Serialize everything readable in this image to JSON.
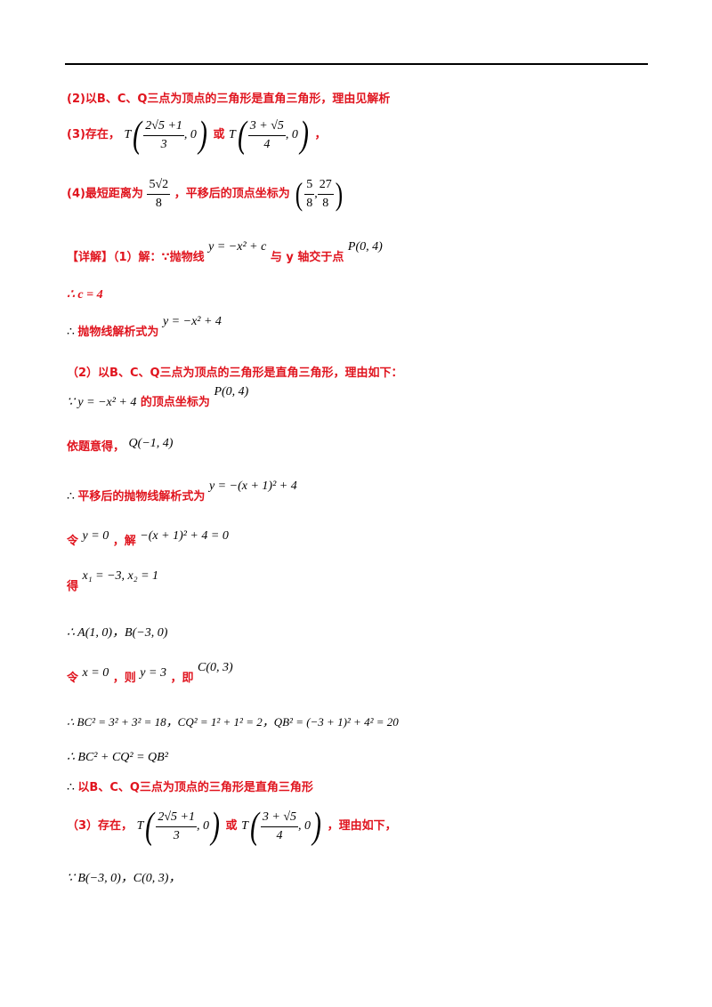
{
  "answers": {
    "a2": "(2)以B、C、Q三点为顶点的三角形是直角三角形，理由见解析",
    "a3_prefix": "(3)存在，",
    "a3_or": "或",
    "a3_end": "，",
    "a4_prefix": "(4)最短距离为",
    "a4_mid": "，平移后的顶点坐标为",
    "a4_dist_num": "5√2",
    "a4_dist_den": "8",
    "a4_vx_num": "5",
    "a4_vx_den": "8",
    "a4_vy_num": "27",
    "a4_vy_den": "8"
  },
  "t1": {
    "num": "2√5 +1",
    "den": "3"
  },
  "t2": {
    "num": "3 + √5",
    "den": "4"
  },
  "solution": {
    "l1_label": "【详解】（1）解：∵抛物线",
    "l1_eq": "y = −x² + c",
    "l1_mid": "与 y 轴交于点",
    "l1_pt": "P(0, 4)",
    "l2": "∴ c = 4",
    "l3_text": "抛物线解析式为",
    "l3_eq": "y = −x² + 4",
    "l4": "（2）以B、C、Q三点为顶点的三角形是直角三角形，理由如下：",
    "l5_eq": "∵ y = −x² + 4",
    "l5_text": "的顶点坐标为",
    "l5_pt": "P(0, 4)",
    "l6_text": "依题意得，",
    "l6_pt": "Q(−1, 4)",
    "l7_text": "平移后的抛物线解析式为",
    "l7_eq": "y = −(x + 1)² + 4",
    "l8_a": "令",
    "l8_eq1": "y = 0",
    "l8_b": "，解",
    "l8_eq2": "−(x + 1)² + 4 = 0",
    "l9_a": "得",
    "l9_eq": "x₁ = −3, x₂ = 1",
    "l10": "∴ A(1, 0)，B(−3, 0)",
    "l11_a": "令",
    "l11_eq1": "x = 0",
    "l11_b": "，则",
    "l11_eq2": "y = 3",
    "l11_c": "，即",
    "l11_pt": "C(0, 3)",
    "l12": "∴ BC² = 3² + 3² = 18，CQ² = 1² + 1² = 2，QB² = (−3 + 1)² + 4² = 20",
    "l13": "∴ BC² + CQ² = QB²",
    "l14": "以B、C、Q三点为顶点的三角形是直角三角形",
    "l15_a": "（3）存在，",
    "l15_or": "或",
    "l15_b": "，理由如下，",
    "l16": "∵ B(−3, 0)，C(0, 3)，"
  }
}
